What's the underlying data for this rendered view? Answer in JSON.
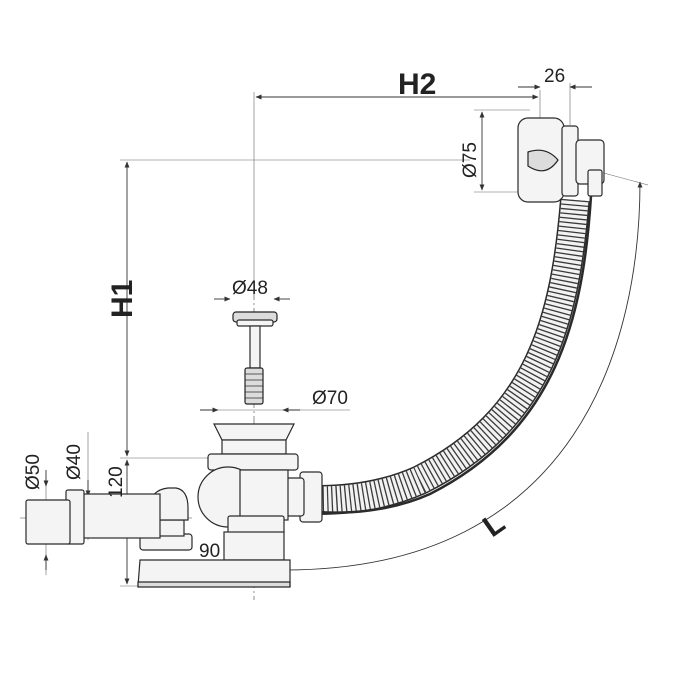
{
  "labels": {
    "h1": "H1",
    "h2": "H2",
    "l": "L",
    "d75": "Ø75",
    "d26": "26",
    "d48": "Ø48",
    "d70": "Ø70",
    "d50": "Ø50",
    "d40": "Ø40",
    "d120": "120",
    "d90": "90"
  },
  "colors": {
    "line": "#2b2b2b",
    "fill": "#f4f4f4",
    "background": "#ffffff"
  }
}
